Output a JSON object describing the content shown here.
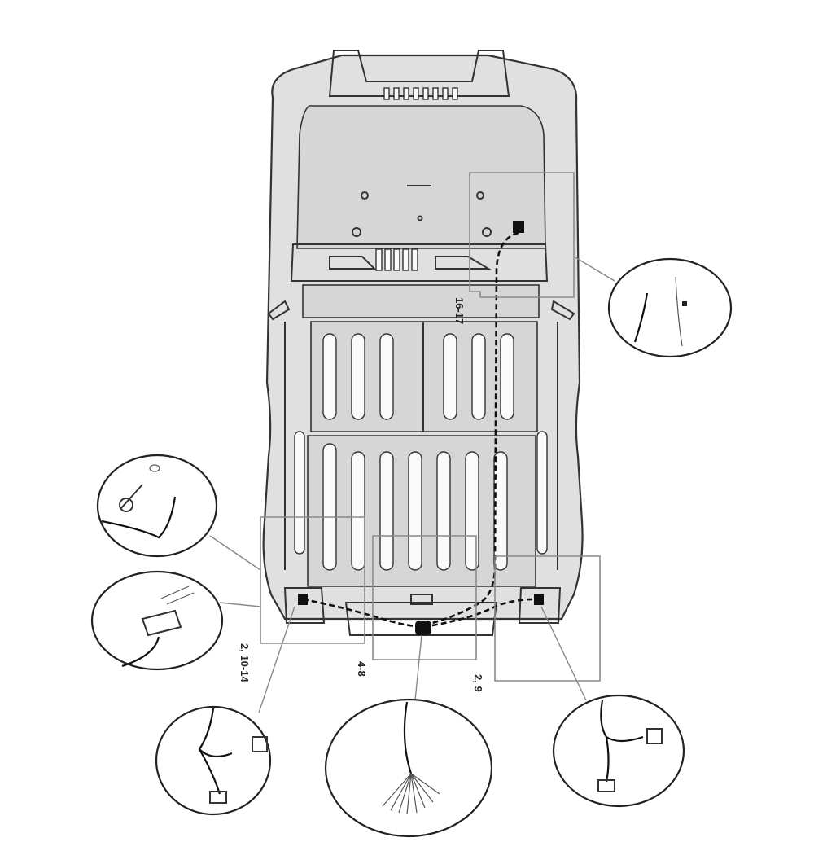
{
  "labels": {
    "connector_upper": "16-17",
    "left_light": "2, 10-14",
    "center": "4-8",
    "right_light": "2, 9"
  },
  "colors": {
    "body": "#e0e0e0",
    "outline": "#333333",
    "harness": "#111111",
    "callout_box": "#8a8a8a"
  }
}
